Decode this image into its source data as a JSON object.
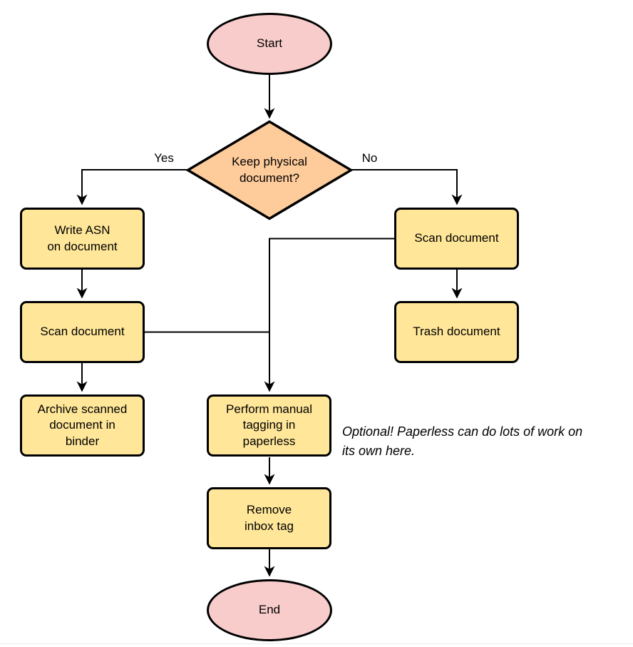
{
  "diagram": {
    "nodes": {
      "start": {
        "type": "terminator",
        "label": "Start"
      },
      "decision": {
        "type": "decision",
        "label": "Keep physical\ndocument?"
      },
      "write_asn": {
        "type": "process",
        "label": "Write ASN\non document"
      },
      "scan_left": {
        "type": "process",
        "label": "Scan document"
      },
      "archive": {
        "type": "process",
        "label": "Archive scanned\ndocument in\nbinder"
      },
      "scan_right": {
        "type": "process",
        "label": "Scan document"
      },
      "trash": {
        "type": "process",
        "label": "Trash document"
      },
      "tagging": {
        "type": "process",
        "label": "Perform manual\ntagging in\npaperless"
      },
      "remove_inbox": {
        "type": "process",
        "label": "Remove\ninbox tag"
      },
      "end": {
        "type": "terminator",
        "label": "End"
      }
    },
    "edge_labels": {
      "yes": "Yes",
      "no": "No"
    },
    "edges": [
      {
        "from": "start",
        "to": "decision",
        "label": ""
      },
      {
        "from": "decision",
        "to": "write_asn",
        "label": "Yes"
      },
      {
        "from": "decision",
        "to": "scan_right",
        "label": "No"
      },
      {
        "from": "write_asn",
        "to": "scan_left",
        "label": ""
      },
      {
        "from": "scan_left",
        "to": "archive",
        "label": ""
      },
      {
        "from": "scan_right",
        "to": "trash",
        "label": ""
      },
      {
        "from": "scan_right",
        "to": "tagging",
        "label": ""
      },
      {
        "from": "scan_left",
        "to": "tagging",
        "label": ""
      },
      {
        "from": "tagging",
        "to": "remove_inbox",
        "label": ""
      },
      {
        "from": "remove_inbox",
        "to": "end",
        "label": ""
      }
    ],
    "note": "Optional! Paperless can do lots of work on\nits own here."
  },
  "colors": {
    "background": "#ffffff",
    "stroke": "#000000",
    "terminator-fill": "#f9cccc",
    "decision-fill": "#fecb9b",
    "process-fill": "#ffe699",
    "note-text": "#000000",
    "bottom-divider": "#ececea"
  }
}
